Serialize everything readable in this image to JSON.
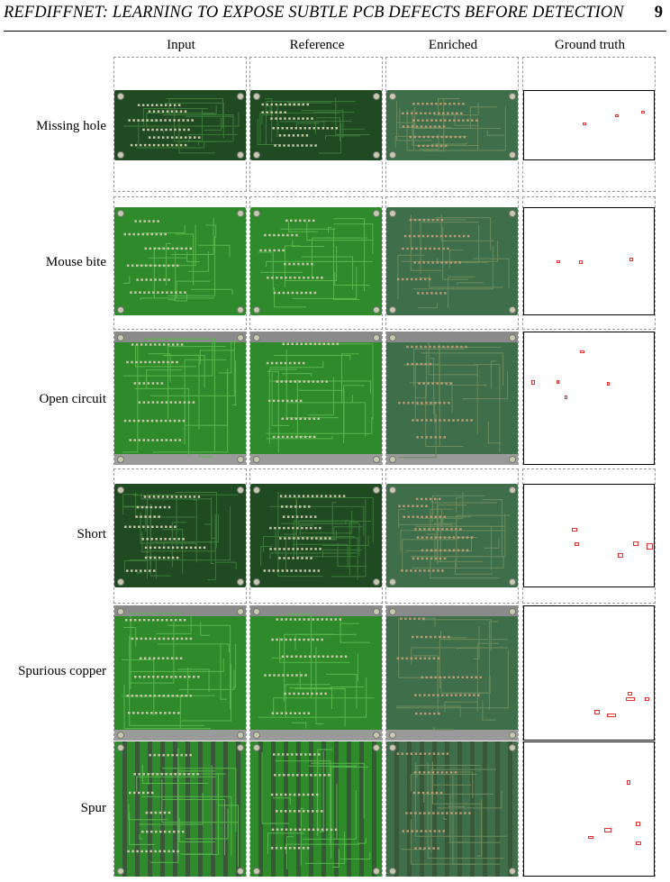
{
  "header": {
    "running_title": "REFDIFFNET: LEARNING TO EXPOSE SUBTLE PCB DEFECTS BEFORE DETECTION",
    "page_number": "9"
  },
  "columns": [
    "Input",
    "Reference",
    "Enriched",
    "Ground truth"
  ],
  "rows": [
    {
      "label": "Missing hole"
    },
    {
      "label": "Mouse bite"
    },
    {
      "label": "Open circuit"
    },
    {
      "label": "Short"
    },
    {
      "label": "Spurious copper"
    },
    {
      "label": "Spur"
    }
  ],
  "colors": {
    "defect_box": "#e53030",
    "pcb_dark": "#1f4a22",
    "pcb_bright": "#2f8a2c",
    "enriched_tint": "#3f6f4a"
  }
}
